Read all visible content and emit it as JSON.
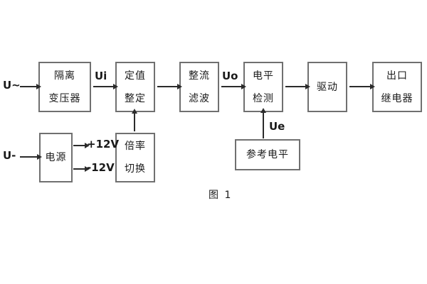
{
  "figure": {
    "caption": "图 1",
    "colors": {
      "background": "#ffffff",
      "box_border": "#707070",
      "arrow": "#2b2b2b",
      "text": "#1a1a1a"
    },
    "blocks": {
      "isolation_transformer": {
        "line1": "隔离",
        "line2": "变压器"
      },
      "setting_adjust": {
        "line1": "定值",
        "line2": "整定"
      },
      "rectifier_filter": {
        "line1": "整流",
        "line2": "滤波"
      },
      "level_detect": {
        "line1": "电平",
        "line2": "检测"
      },
      "driver": {
        "line1": "驱动"
      },
      "output_relay": {
        "line1": "出口",
        "line2": "继电器"
      },
      "power_supply": {
        "line1": "电源"
      },
      "ratio_switch": {
        "line1": "倍率",
        "line2": "切换"
      },
      "reference_level": {
        "line1": "参考电平"
      }
    },
    "signals": {
      "input_ac": "U~",
      "input_dc": "U-",
      "ui": "Ui",
      "uo": "Uo",
      "ue": "Ue",
      "plus_12v": "+12V",
      "minus_12v": "-12V"
    }
  }
}
